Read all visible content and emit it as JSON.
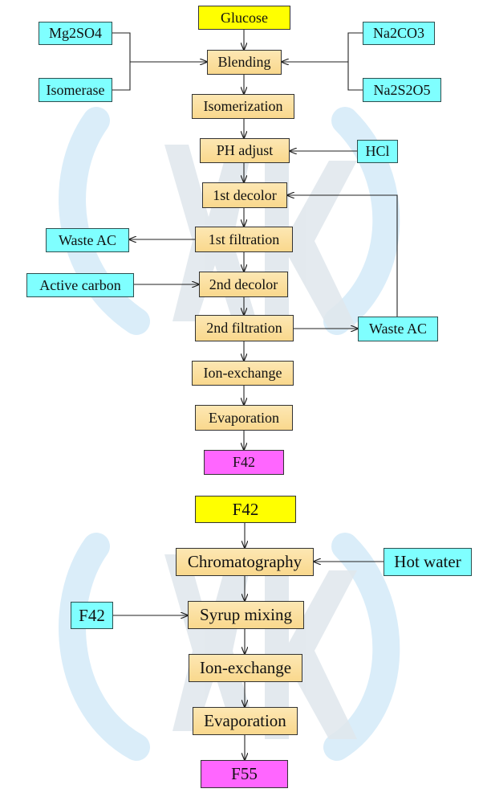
{
  "process1": {
    "glucose": "Glucose",
    "blending": "Blending",
    "isomerization": "Isomerization",
    "ph_adjust": "PH adjust",
    "decolor1": "1st decolor",
    "filtration1": "1st filtration",
    "decolor2": "2nd decolor",
    "filtration2": "2nd filtration",
    "ion_exchange": "Ion-exchange",
    "evaporation": "Evaporation",
    "product": "F42"
  },
  "inputs1": {
    "mg2so4": "Mg2SO4",
    "isomerase": "Isomerase",
    "na2co3": "Na2CO3",
    "na2s2o5": "Na2S2O5",
    "hcl": "HCl",
    "waste_ac_1": "Waste AC",
    "active_carbon": "Active carbon",
    "waste_ac_2": "Waste AC"
  },
  "process2": {
    "start": "F42",
    "chromatography": "Chromatography",
    "syrup_mixing": "Syrup mixing",
    "ion_exchange": "Ion-exchange",
    "evaporation": "Evaporation",
    "product": "F55"
  },
  "inputs2": {
    "hot_water": "Hot water",
    "f42": "F42"
  },
  "colors": {
    "start": "#ffff00",
    "process": "#f9d88d",
    "input": "#7fffff",
    "product": "#ff66ff",
    "watermark": "#cfe7f7"
  }
}
